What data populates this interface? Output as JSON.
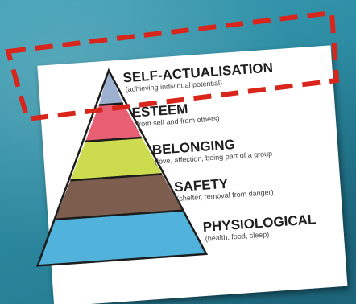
{
  "levels": [
    {
      "title": "SELF-ACTUALISATION",
      "description": "(achieving individual potential)",
      "color": "#9eb0cf"
    },
    {
      "title": "ESTEEM",
      "description": "(from self and from others)",
      "color": "#e85f73"
    },
    {
      "title": "BELONGING",
      "description": "(love, affection, being part of a group",
      "color": "#cddc4f"
    },
    {
      "title": "SAFETY",
      "description": "(shelter, removal from danger)",
      "color": "#7d5d4d"
    },
    {
      "title": "PHYSIOLOGICAL",
      "description": "(health, food, sleep)",
      "color": "#51b3db"
    }
  ],
  "highlight_color": "#d9261c",
  "background_color": "#2f8fa6"
}
